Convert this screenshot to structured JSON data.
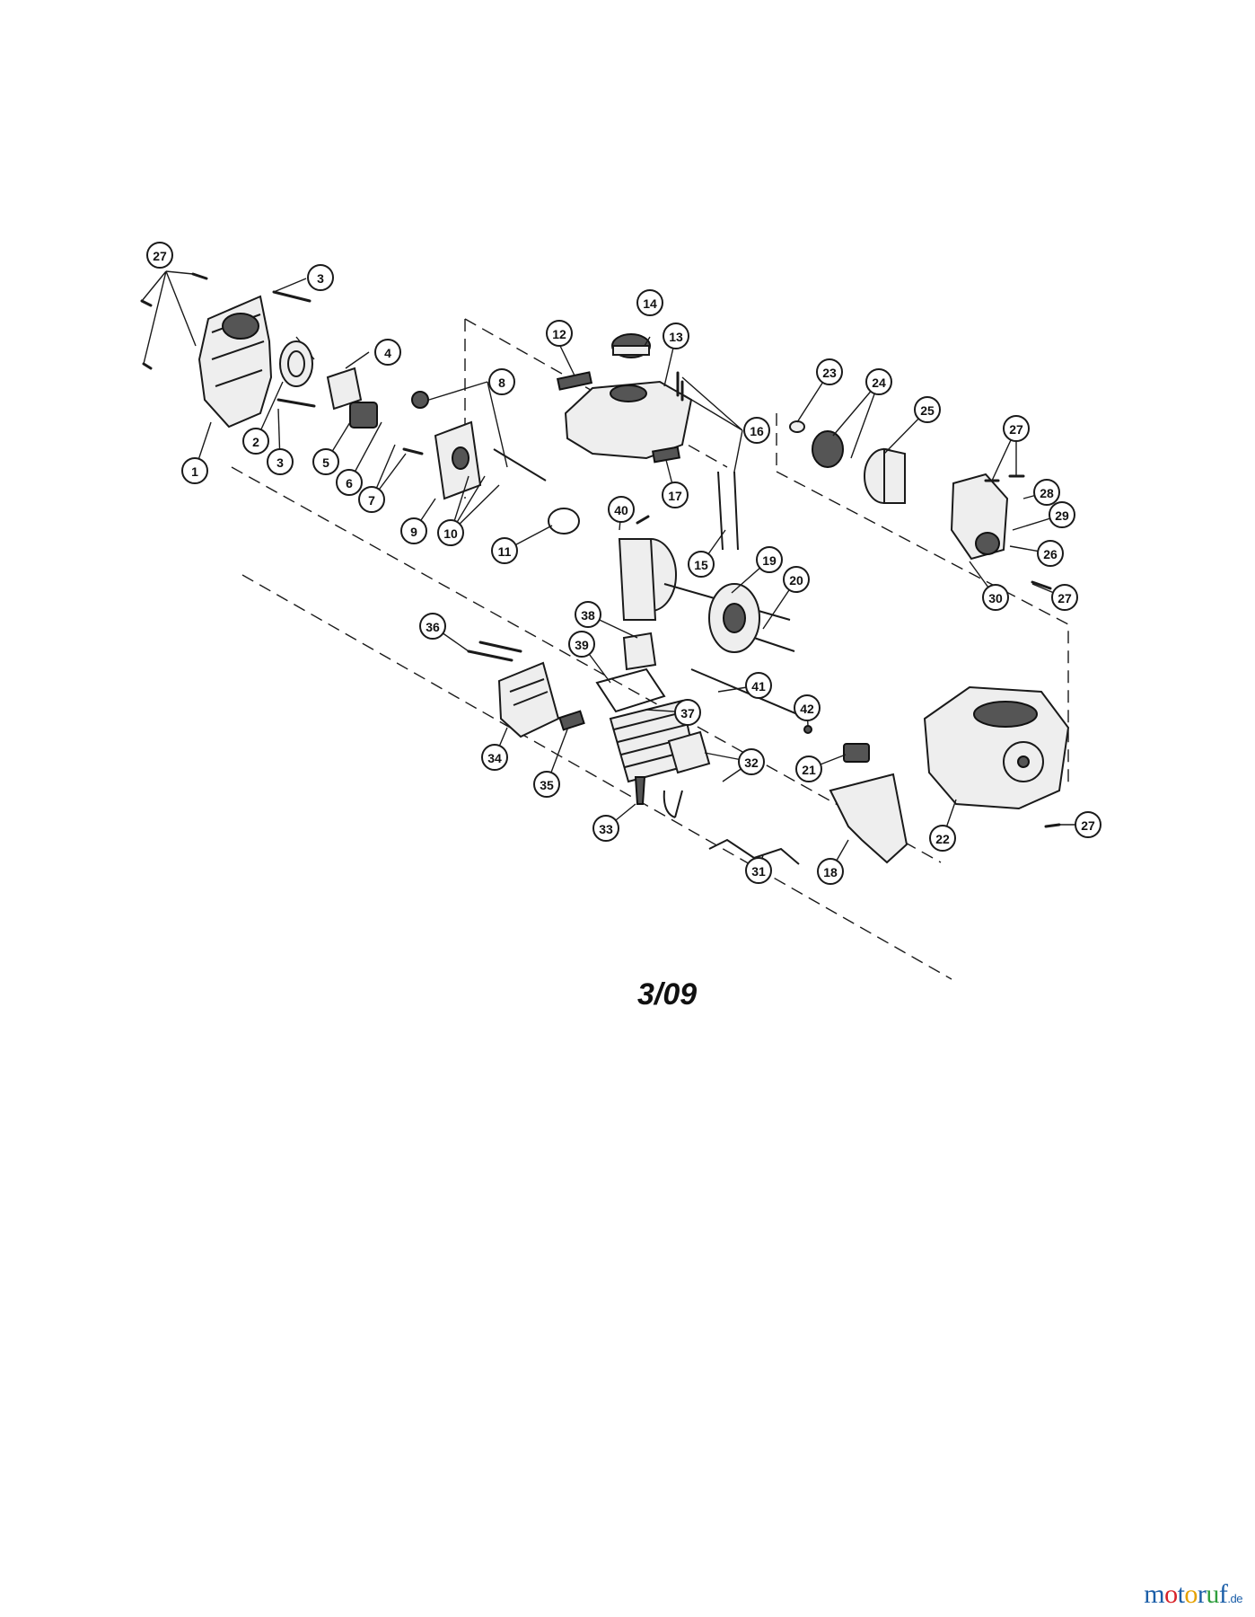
{
  "diagram": {
    "code": "3/09",
    "part_numbers": [
      "1",
      "2",
      "3",
      "4",
      "5",
      "6",
      "7",
      "8",
      "9",
      "10",
      "11",
      "12",
      "13",
      "14",
      "15",
      "16",
      "17",
      "18",
      "19",
      "20",
      "21",
      "22",
      "23",
      "24",
      "25",
      "26",
      "27",
      "28",
      "29",
      "30",
      "31",
      "32",
      "33",
      "34",
      "35",
      "36",
      "37",
      "38",
      "39",
      "40",
      "41",
      "42"
    ]
  },
  "watermark": {
    "segments": [
      {
        "text": "m",
        "color": "#1b5ea8"
      },
      {
        "text": "o",
        "color": "#d8232a"
      },
      {
        "text": "t",
        "color": "#1b5ea8"
      },
      {
        "text": "o",
        "color": "#e5a100"
      },
      {
        "text": "r",
        "color": "#1b5ea8"
      },
      {
        "text": "u",
        "color": "#2f9e3d"
      },
      {
        "text": "f",
        "color": "#1b5ea8"
      }
    ],
    "suffix": ".de",
    "suffix_color": "#1b5ea8"
  }
}
